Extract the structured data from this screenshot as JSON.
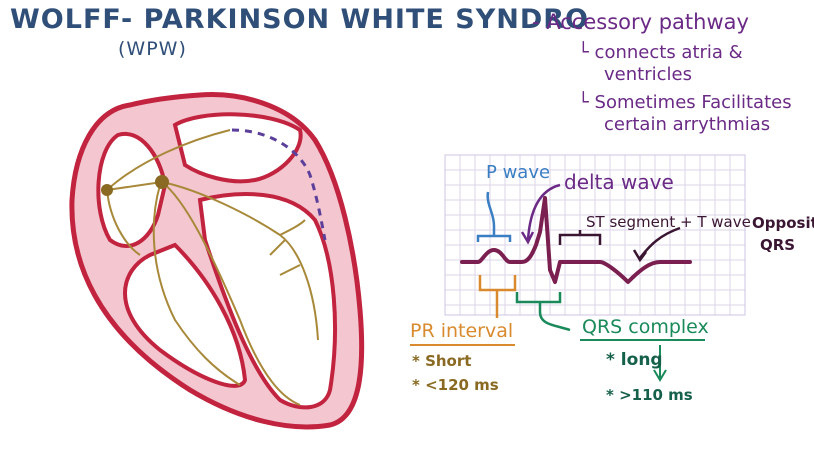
{
  "title": "WOLFF- PARKINSON WHITE SYNDRO",
  "subtitle": "(WPW)",
  "notes": {
    "main": "- Accessory pathway",
    "sub1_line1": "└ connects atria &",
    "sub1_line2": "ventricles",
    "sub2_line1": "└ Sometimes Facilitates",
    "sub2_line2": "certain arrythmias"
  },
  "ecg": {
    "p_wave_label": "P wave",
    "delta_wave_label": "delta wave",
    "st_label": "ST segment + T wave",
    "opposite_label_1": "Opposite",
    "opposite_label_2": "QRS",
    "pr_label": "PR interval",
    "pr_detail_1": "* Short",
    "pr_detail_2": "* <120 ms",
    "qrs_label": "QRS complex",
    "qrs_detail_1": "* long",
    "qrs_detail_2": "* >110 ms"
  },
  "colors": {
    "heart_outline": "#c2243f",
    "heart_fill": "#f3c6d0",
    "conduction": "#a8893a",
    "accessory": "#5b3f9b",
    "ecg_trace": "#7a1f4f",
    "grid": "#dcd4ea"
  }
}
